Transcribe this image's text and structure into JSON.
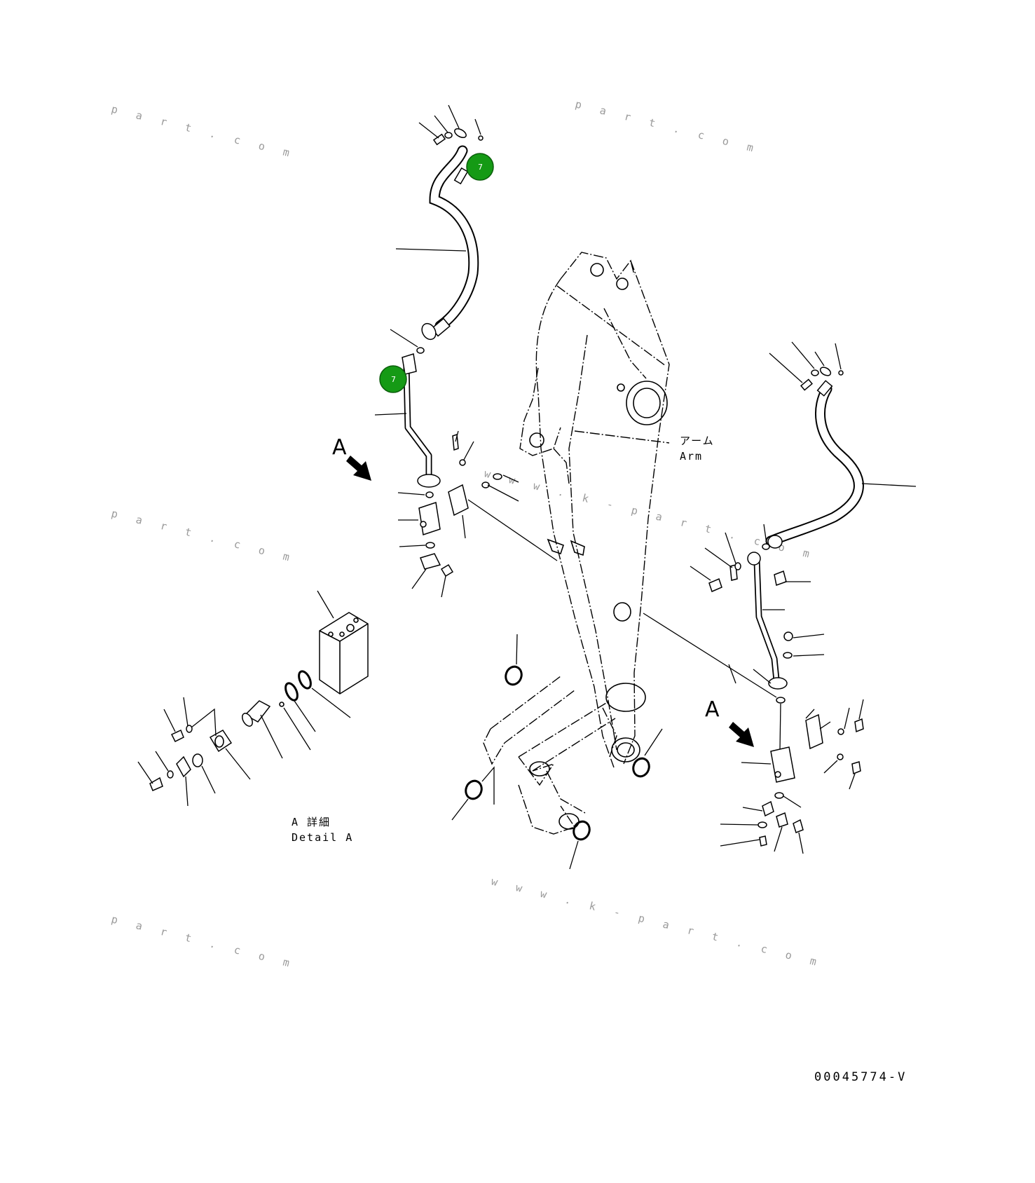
{
  "labels": {
    "arm_jp": "アーム",
    "arm_en": "Arm",
    "view_a_left": "A",
    "view_a_right": "A",
    "detail_jp": "A 詳細",
    "detail_en": "Detail A",
    "drawing_number": "00045774-V"
  },
  "callouts": [
    {
      "number": "7",
      "part": "hose"
    },
    {
      "number": "7",
      "part": "tube"
    }
  ],
  "watermarks": [
    "p a r t . c o m",
    "p a r t . c o m",
    "p a r t . c o m",
    "w w w . k - p a r t . c o m",
    "p a r t . c o m",
    "w w w . k - p a r t . c o m"
  ],
  "colors": {
    "callout_fill": "#159a15",
    "line": "#000000",
    "watermark": "#9a9a9a",
    "background": "#ffffff"
  }
}
